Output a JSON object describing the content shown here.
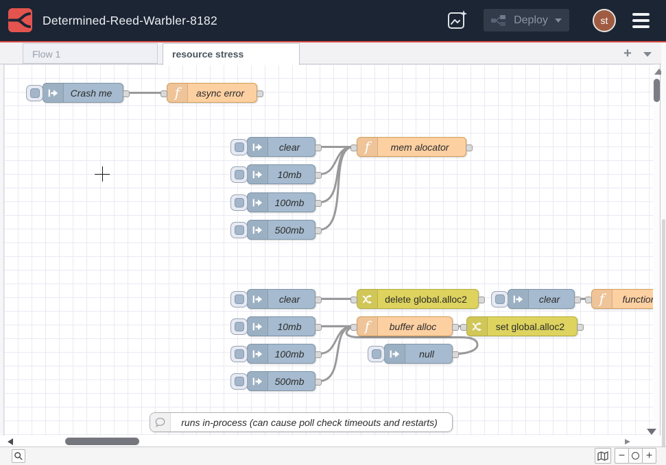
{
  "header": {
    "title": "Determined-Reed-Warbler-8182",
    "deploy_label": "Deploy",
    "avatar_initials": "st"
  },
  "tabs": {
    "flow1_label": "Flow 1",
    "active_label": "resource stress",
    "add_label": "+"
  },
  "canvas": {
    "nodes": [
      {
        "type": "inject",
        "label": "Crash me"
      },
      {
        "type": "function",
        "label": "async error"
      },
      {
        "type": "inject",
        "label": "clear"
      },
      {
        "type": "inject",
        "label": "10mb"
      },
      {
        "type": "inject",
        "label": "100mb"
      },
      {
        "type": "inject",
        "label": "500mb"
      },
      {
        "type": "function",
        "label": "mem alocator"
      },
      {
        "type": "inject",
        "label": "clear"
      },
      {
        "type": "inject",
        "label": "10mb"
      },
      {
        "type": "inject",
        "label": "100mb"
      },
      {
        "type": "inject",
        "label": "500mb"
      },
      {
        "type": "change",
        "label": "delete global.alloc2"
      },
      {
        "type": "function",
        "label": "buffer alloc"
      },
      {
        "type": "change",
        "label": "set global.alloc2"
      },
      {
        "type": "inject",
        "label": "clear"
      },
      {
        "type": "function",
        "label": "function"
      },
      {
        "type": "inject",
        "label": "null"
      }
    ],
    "comment": "runs in-process (can cause poll check timeouts and restarts)",
    "connections": [
      "Crash me -> async error",
      "clear -> mem alocator",
      "10mb -> mem alocator",
      "100mb -> mem alocator",
      "500mb -> mem alocator",
      "clear -> delete global.alloc2",
      "10mb -> buffer alloc",
      "100mb -> buffer alloc",
      "500mb -> buffer alloc",
      "null -> buffer alloc",
      "buffer alloc -> set global.alloc2",
      "clear -> function"
    ]
  },
  "footer": {
    "zoom_out": "−",
    "zoom_in": "+"
  },
  "colors": {
    "header_bg": "#1b2534",
    "accent_red": "#dc4a45",
    "inject_node": "#a6bbcf",
    "function_node": "#fdd0a2",
    "change_node": "#ddd35e",
    "wire": "#999999"
  }
}
